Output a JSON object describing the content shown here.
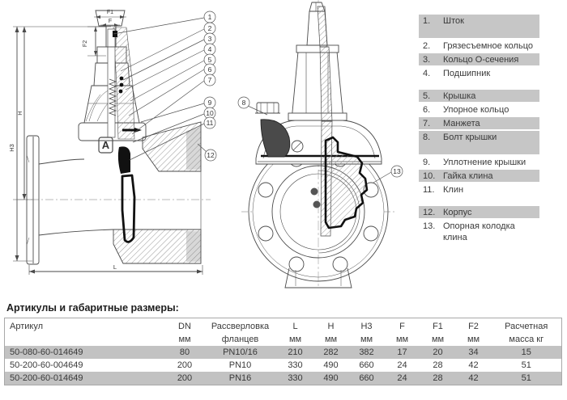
{
  "drawing": {
    "dimensions": {
      "h": "H",
      "h3": "H3",
      "l": "L",
      "f": "F",
      "f1": "F1",
      "f2": "F2"
    },
    "callouts": [
      "1",
      "2",
      "3",
      "4",
      "5",
      "6",
      "7",
      "8",
      "9",
      "10",
      "11",
      "12",
      "13"
    ],
    "logo": "A"
  },
  "parts_list": {
    "items": [
      {
        "num": "1.",
        "label": "Шток"
      },
      {
        "num": "2.",
        "label": "Грязесъемное кольцо"
      },
      {
        "num": "3.",
        "label": "Кольцо О-сечения"
      },
      {
        "num": "4.",
        "label": "Подшипник"
      },
      {
        "num": "5.",
        "label": "Крышка"
      },
      {
        "num": "6.",
        "label": "Упорное кольцо"
      },
      {
        "num": "7.",
        "label": "Манжета"
      },
      {
        "num": "8.",
        "label": "Болт крышки"
      },
      {
        "num": "9.",
        "label": "Уплотнение крышки"
      },
      {
        "num": "10.",
        "label": "Гайка клина"
      },
      {
        "num": "11.",
        "label": "Клин"
      },
      {
        "num": "12.",
        "label": "Корпус"
      },
      {
        "num": "13.",
        "label": "Опорная колодка клина"
      }
    ]
  },
  "table": {
    "title": "Артикулы и габаритные размеры:",
    "columns": [
      {
        "name": "Артикул",
        "unit": ""
      },
      {
        "name": "DN",
        "unit": "мм"
      },
      {
        "name": "Рассверловка",
        "unit": "фланцев"
      },
      {
        "name": "L",
        "unit": "мм"
      },
      {
        "name": "H",
        "unit": "мм"
      },
      {
        "name": "H3",
        "unit": "мм"
      },
      {
        "name": "F",
        "unit": "мм"
      },
      {
        "name": "F1",
        "unit": "мм"
      },
      {
        "name": "F2",
        "unit": "мм"
      },
      {
        "name": "Расчетная",
        "unit": "масса кг"
      }
    ],
    "rows": [
      [
        "50-080-60-014649",
        "80",
        "PN10/16",
        "210",
        "282",
        "382",
        "17",
        "20",
        "34",
        "15"
      ],
      [
        "50-200-60-004649",
        "200",
        "PN10",
        "330",
        "490",
        "660",
        "24",
        "28",
        "42",
        "51"
      ],
      [
        "50-200-60-014649",
        "200",
        "PN16",
        "330",
        "490",
        "660",
        "24",
        "28",
        "42",
        "51"
      ]
    ]
  }
}
